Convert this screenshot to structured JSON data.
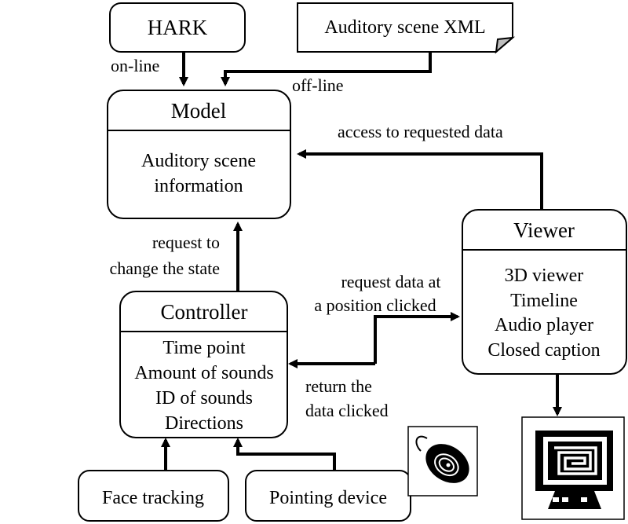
{
  "nodes": {
    "hark": {
      "label": "HARK"
    },
    "xml": {
      "label": "Auditory scene XML"
    },
    "model": {
      "title": "Model",
      "lines": [
        "Auditory scene",
        "information"
      ]
    },
    "viewer": {
      "title": "Viewer",
      "lines": [
        "3D viewer",
        "Timeline",
        "Audio player",
        "Closed caption"
      ]
    },
    "controller": {
      "title": "Controller",
      "lines": [
        "Time point",
        "Amount of sounds",
        "ID of sounds",
        "Directions"
      ]
    },
    "face": {
      "label": "Face tracking"
    },
    "pointing": {
      "label": "Pointing device"
    }
  },
  "edges": {
    "online": "on-line",
    "offline": "off-line",
    "access": "access to requested data",
    "request_change": [
      "request to",
      "change the state"
    ],
    "request_data": [
      "request data at",
      "a position clicked"
    ],
    "return_data": [
      "return the",
      "data clicked"
    ]
  },
  "icons": {
    "mouse": "mouse-icon",
    "monitor": "monitor-icon"
  }
}
